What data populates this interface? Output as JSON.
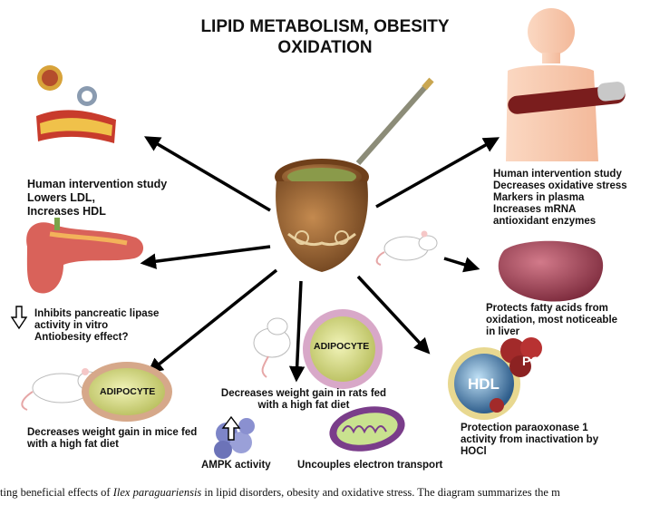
{
  "title": {
    "line1": "LIPID METABOLISM, OBESITY",
    "line2": "OXIDATION"
  },
  "labels": {
    "human_ldl": [
      "Human intervention study",
      "Lowers LDL,",
      "Increases HDL"
    ],
    "pancreatic": [
      "Inhibits pancreatic lipase",
      "activity in vitro",
      "Antiobesity effect?"
    ],
    "mice": [
      "Decreases weight gain in mice fed",
      "with a high fat diet"
    ],
    "adipocyte_left": "ADIPOCYTE",
    "adipocyte_center": "ADIPOCYTE",
    "rats": [
      "Decreases weight gain in rats fed",
      "with a high fat diet"
    ],
    "ampk": "AMPK activity",
    "electron": "Uncouples electron transport",
    "human_ox": [
      "Human intervention study",
      "Decreases oxidative stress",
      "Markers in plasma",
      "Increases mRNA",
      "antioxidant enzymes"
    ],
    "liver": [
      "Protects fatty acids from",
      "oxidation, most noticeable",
      "in liver"
    ],
    "pon1_badge": "PON1",
    "hdl_badge": "HDL",
    "paraoxonase": [
      "Protection paraoxonase 1",
      "activity from inactivation by",
      "HOCl"
    ]
  },
  "caption": {
    "before": "ting beneficial effects of ",
    "species": "Ilex paraguariensis",
    "after": " in lipid disorders, obesity and oxidative stress. The diagram summarizes the m"
  },
  "colors": {
    "arrow": "#000000",
    "gourd": "#8a5a2e",
    "yerba": "#7d8a3c",
    "liver": "#a8465a",
    "body": "#f7c9ae",
    "hdl": "#4a7fae",
    "adipocyte": "#d8dc8a"
  }
}
